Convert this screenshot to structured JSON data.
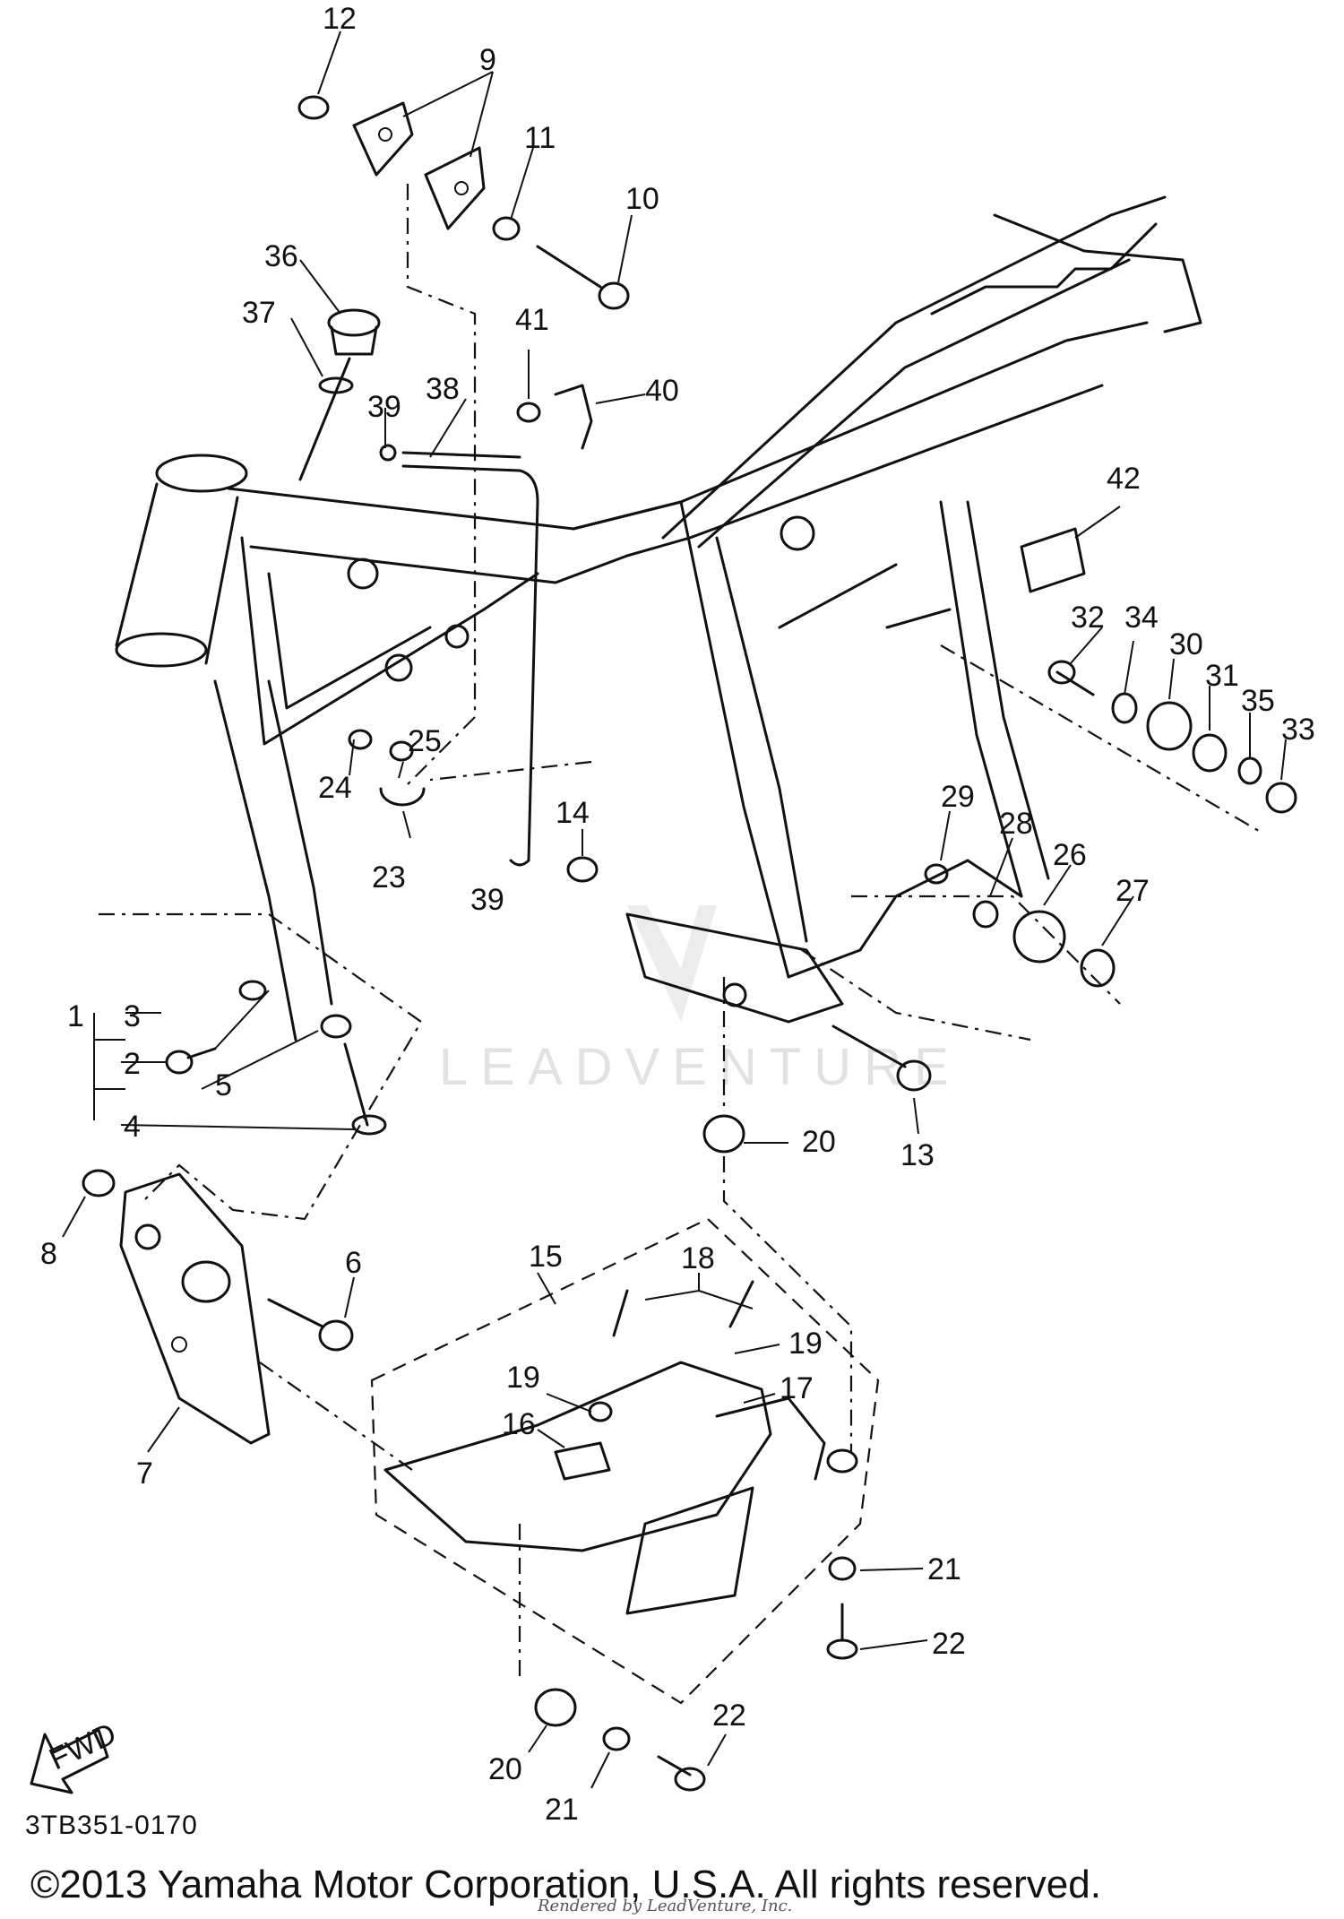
{
  "diagram": {
    "callouts": [
      "1",
      "2",
      "3",
      "4",
      "5",
      "6",
      "7",
      "8",
      "9",
      "10",
      "11",
      "12",
      "13",
      "14",
      "15",
      "16",
      "17",
      "18",
      "19",
      "19",
      "20",
      "20",
      "21",
      "21",
      "22",
      "22",
      "23",
      "24",
      "25",
      "26",
      "27",
      "28",
      "29",
      "30",
      "31",
      "32",
      "33",
      "34",
      "35",
      "36",
      "37",
      "38",
      "39",
      "39",
      "40",
      "41",
      "42"
    ],
    "fwd_label": "FWD",
    "watermark": "LEADVENTURE"
  },
  "footer": {
    "catalog_code": "3TB351-0170",
    "copyright": "©2013 Yamaha Motor Corporation, U.S.A. All rights reserved.",
    "rendered_by": "Rendered by LeadVenture, Inc."
  }
}
